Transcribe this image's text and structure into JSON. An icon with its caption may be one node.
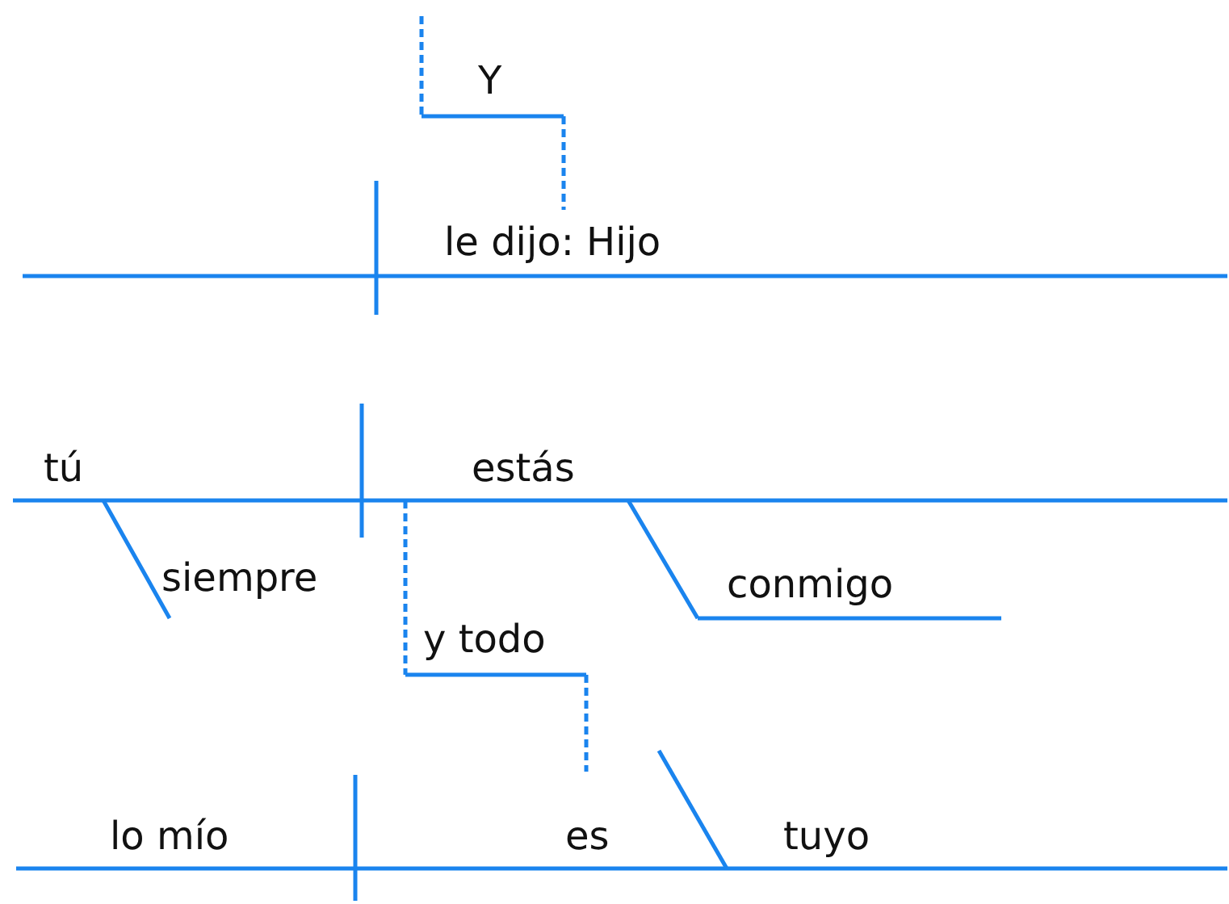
{
  "diagram": {
    "labels": [
      "Y",
      "le dijo: Hijo",
      "tú",
      "estás",
      "siempre",
      "conmigo",
      "y todo",
      "lo mío",
      "es",
      "tuyo"
    ]
  }
}
